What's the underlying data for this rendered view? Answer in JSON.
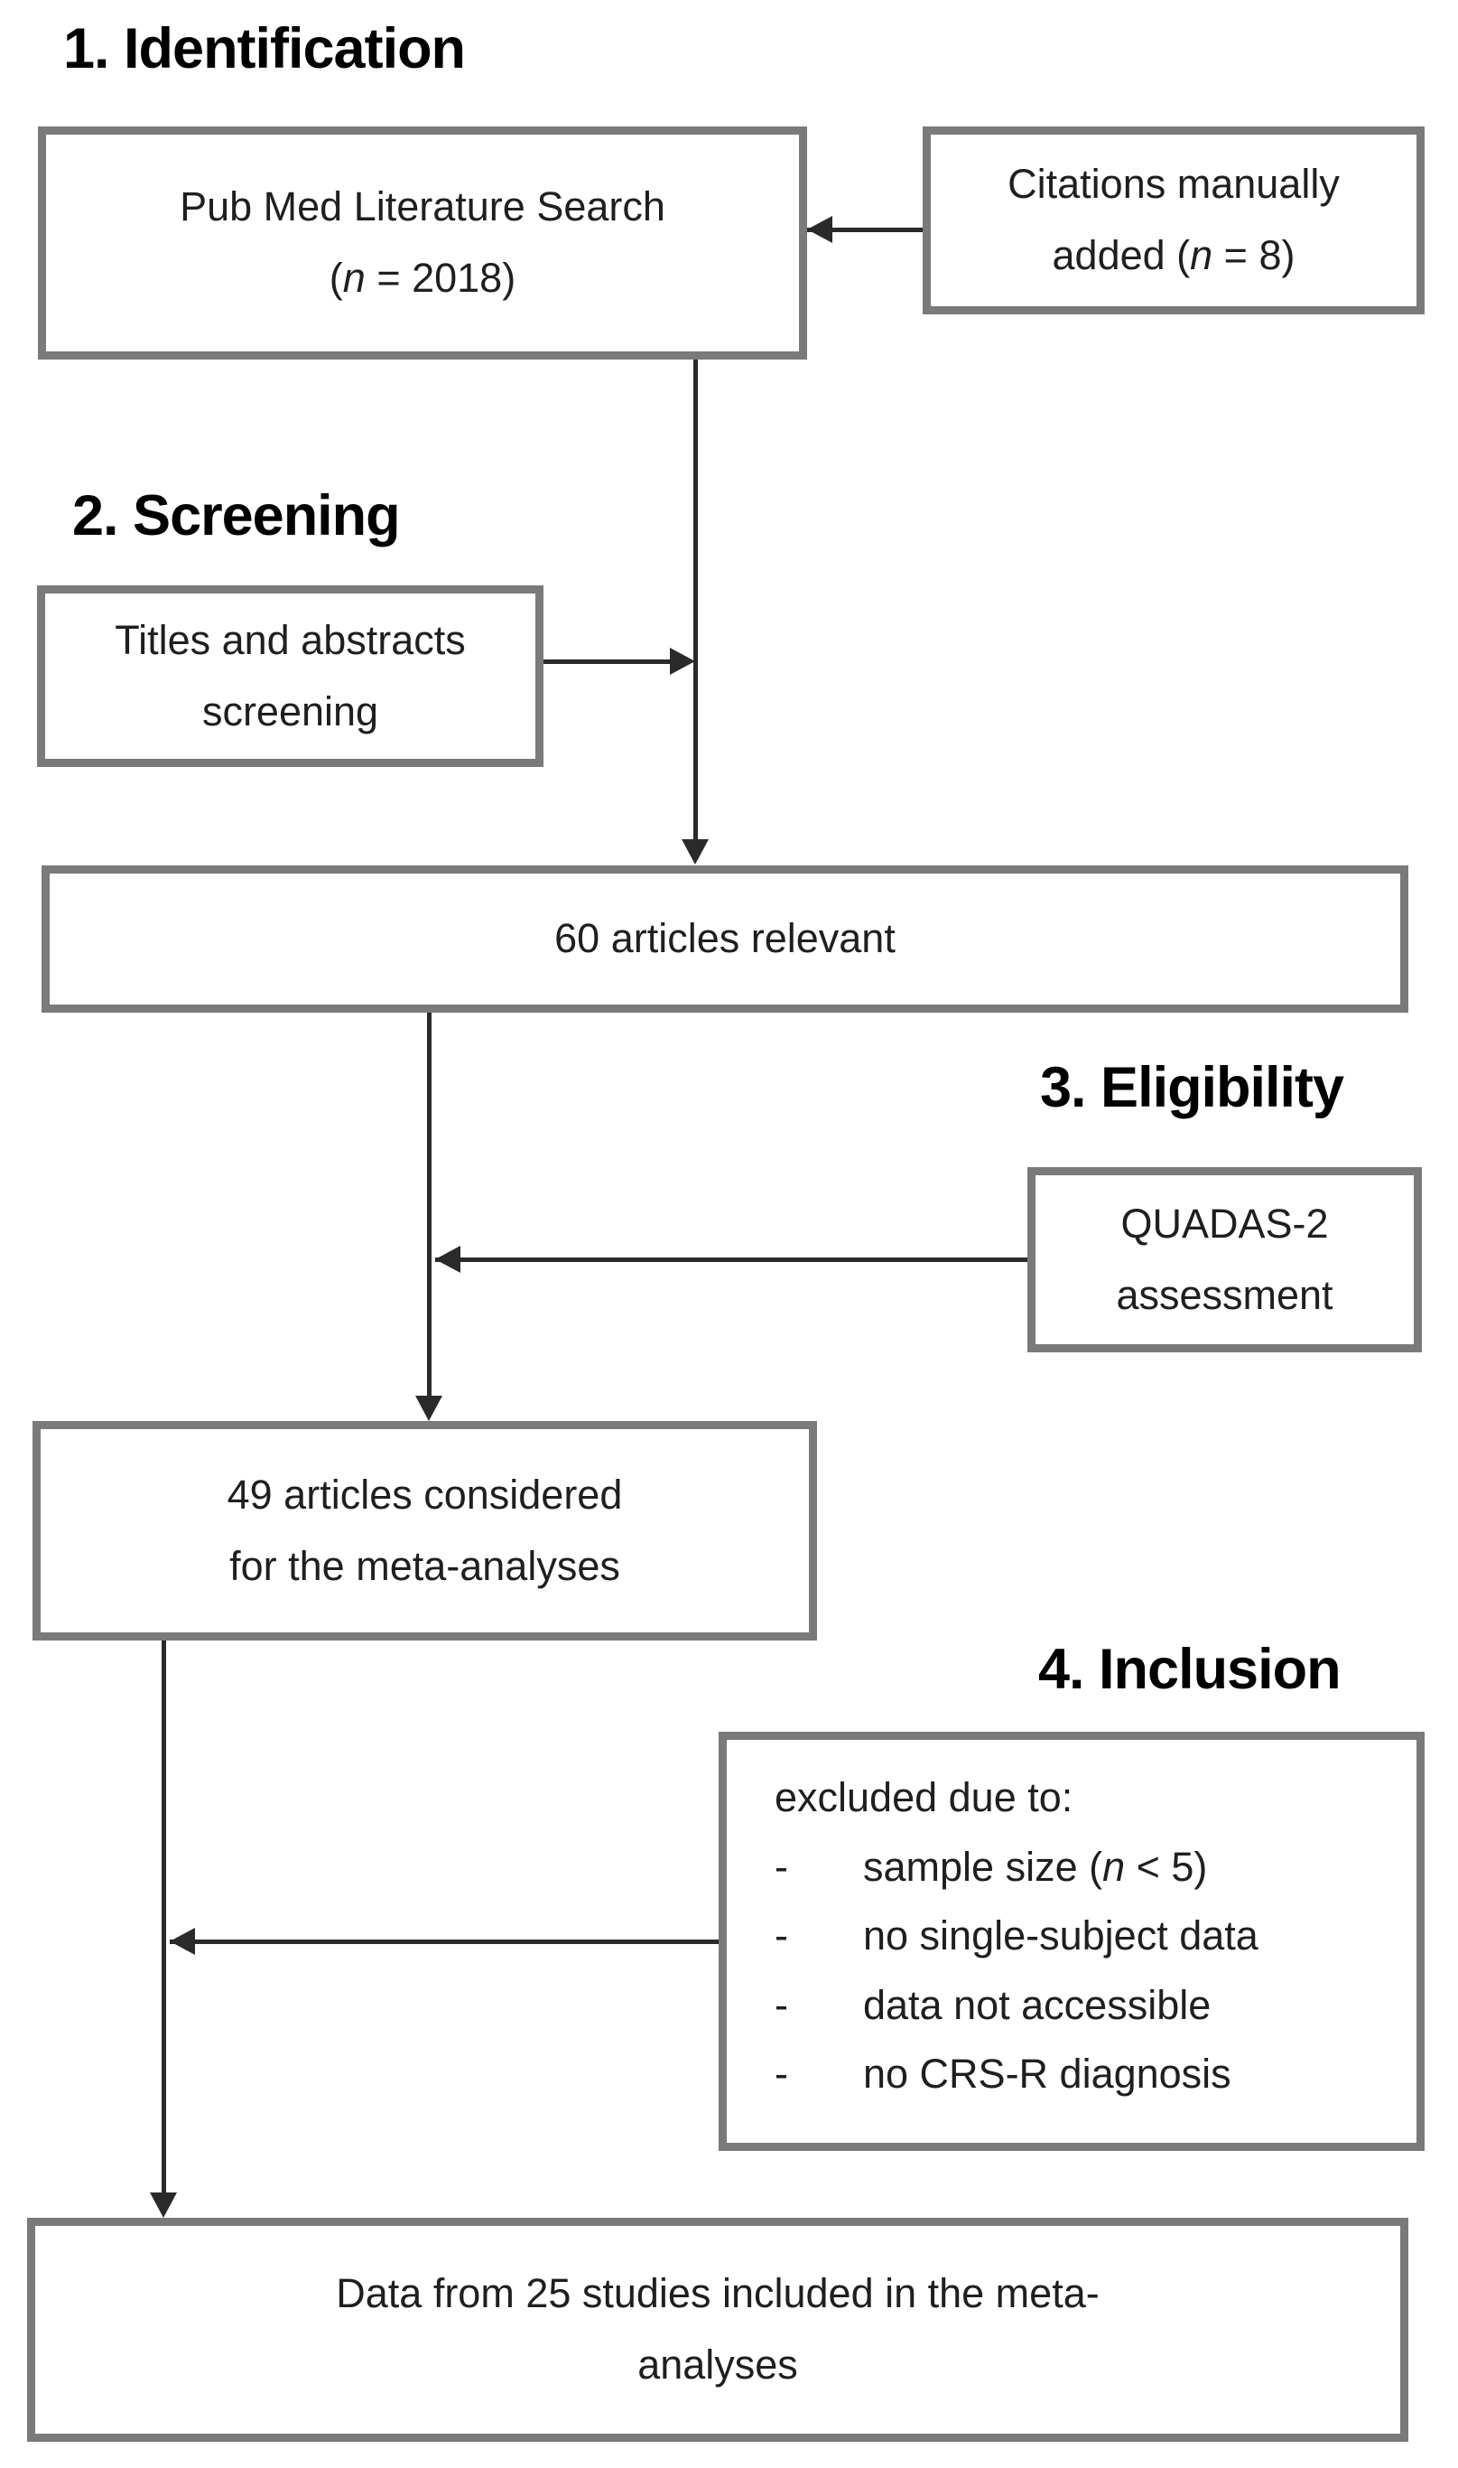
{
  "headings": {
    "identification": "1. Identification",
    "screening": "2. Screening",
    "eligibility": "3. Eligibility",
    "inclusion": "4. Inclusion"
  },
  "boxes": {
    "pubmed_search": {
      "line1": "Pub Med Literature Search",
      "line2_pre": "(",
      "line2_var": "n",
      "line2_post": " = 2018)"
    },
    "citations_added": {
      "line1": "Citations manually",
      "line2_pre": "added (",
      "line2_var": "n",
      "line2_post": " = 8)"
    },
    "titles_abstracts": {
      "line1": "Titles and abstracts",
      "line2": "screening"
    },
    "articles_relevant": {
      "text": "60 articles relevant"
    },
    "quadas": {
      "line1": "QUADAS-2",
      "line2": "assessment"
    },
    "articles_considered": {
      "line1": "49 articles considered",
      "line2": "for the meta-analyses"
    },
    "excluded": {
      "header": "excluded due to:",
      "bullet": "-",
      "items": [
        {
          "pre": "sample size (",
          "var": "n",
          "post": " < 5)"
        },
        {
          "text": "no single-subject data"
        },
        {
          "text": "data not accessible"
        },
        {
          "text": "no CRS-R diagnosis"
        }
      ]
    },
    "included": {
      "line1": "Data from 25 studies included in the meta-",
      "line2": "analyses"
    }
  },
  "colors": {
    "background": "#ffffff",
    "box_border": "#7a7a7a",
    "arrow_line": "#2a2a2a",
    "heading_text": "#000000",
    "box_text": "#1f1f1f"
  }
}
